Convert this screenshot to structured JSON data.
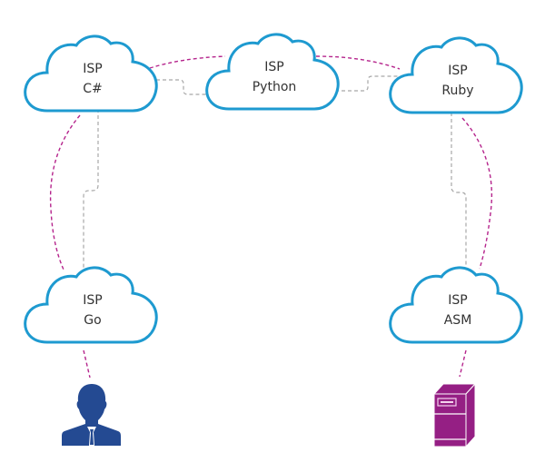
{
  "diagram": {
    "clouds": [
      {
        "id": "csharp",
        "line1": "ISP",
        "line2": "C#"
      },
      {
        "id": "python",
        "line1": "ISP",
        "line2": "Python"
      },
      {
        "id": "ruby",
        "line1": "ISP",
        "line2": "Ruby"
      },
      {
        "id": "go",
        "line1": "ISP",
        "line2": "Go"
      },
      {
        "id": "asm",
        "line1": "ISP",
        "line2": "ASM"
      }
    ],
    "endpoints": [
      {
        "id": "user",
        "icon": "user-icon",
        "color": "#244a92"
      },
      {
        "id": "server",
        "icon": "server-icon",
        "color": "#951f84"
      }
    ],
    "colors": {
      "cloud_stroke": "#1e9ad0",
      "link_primary": "#b5248c",
      "link_secondary": "#a8a8a8"
    }
  }
}
